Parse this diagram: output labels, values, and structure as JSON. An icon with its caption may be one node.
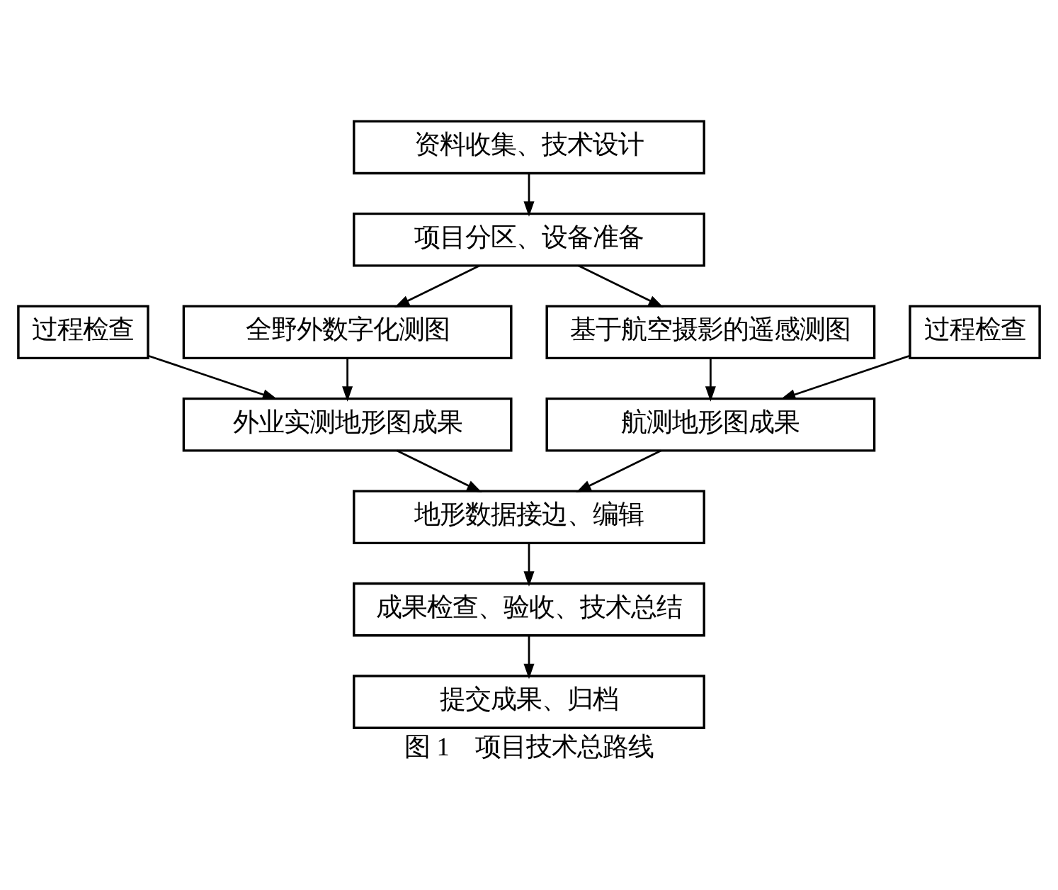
{
  "diagram": {
    "caption": "图 1　项目技术总路线",
    "nodes": [
      {
        "text": [
          "资料收集、技术设计"
        ]
      },
      {
        "text": [
          "项目分区、设备准备"
        ]
      },
      {
        "text": [
          "全野外数字化测图"
        ]
      },
      {
        "text": [
          "基于航空摄影的遥感测图"
        ]
      },
      {
        "text": [
          "过程检查"
        ]
      },
      {
        "text": [
          "外业实测地形图成果"
        ]
      },
      {
        "text": [
          "航测地形图成果"
        ]
      },
      {
        "text": [
          "过程检查"
        ]
      },
      {
        "text": [
          "地形数据接边、编辑"
        ]
      },
      {
        "text": [
          "成果检查、验收、技术总结"
        ]
      },
      {
        "text": [
          "提交成果、归档"
        ]
      }
    ],
    "edges": [
      {
        "from": 0,
        "to": 1,
        "arrow": "to"
      },
      {
        "from": 1,
        "to": 2,
        "arrow": "to"
      },
      {
        "from": 1,
        "to": 3,
        "arrow": "to"
      },
      {
        "from": 2,
        "to": 5,
        "arrow": "to"
      },
      {
        "from": 4,
        "to": 5,
        "arrow": "to"
      },
      {
        "from": 3,
        "to": 6,
        "arrow": "to"
      },
      {
        "from": 7,
        "to": 6,
        "arrow": "to"
      },
      {
        "from": 5,
        "to": 8,
        "arrow": "to"
      },
      {
        "from": 6,
        "to": 8,
        "arrow": "to"
      },
      {
        "from": 8,
        "to": 9,
        "arrow": "to"
      },
      {
        "from": 9,
        "to": 10,
        "arrow": "to"
      }
    ]
  }
}
